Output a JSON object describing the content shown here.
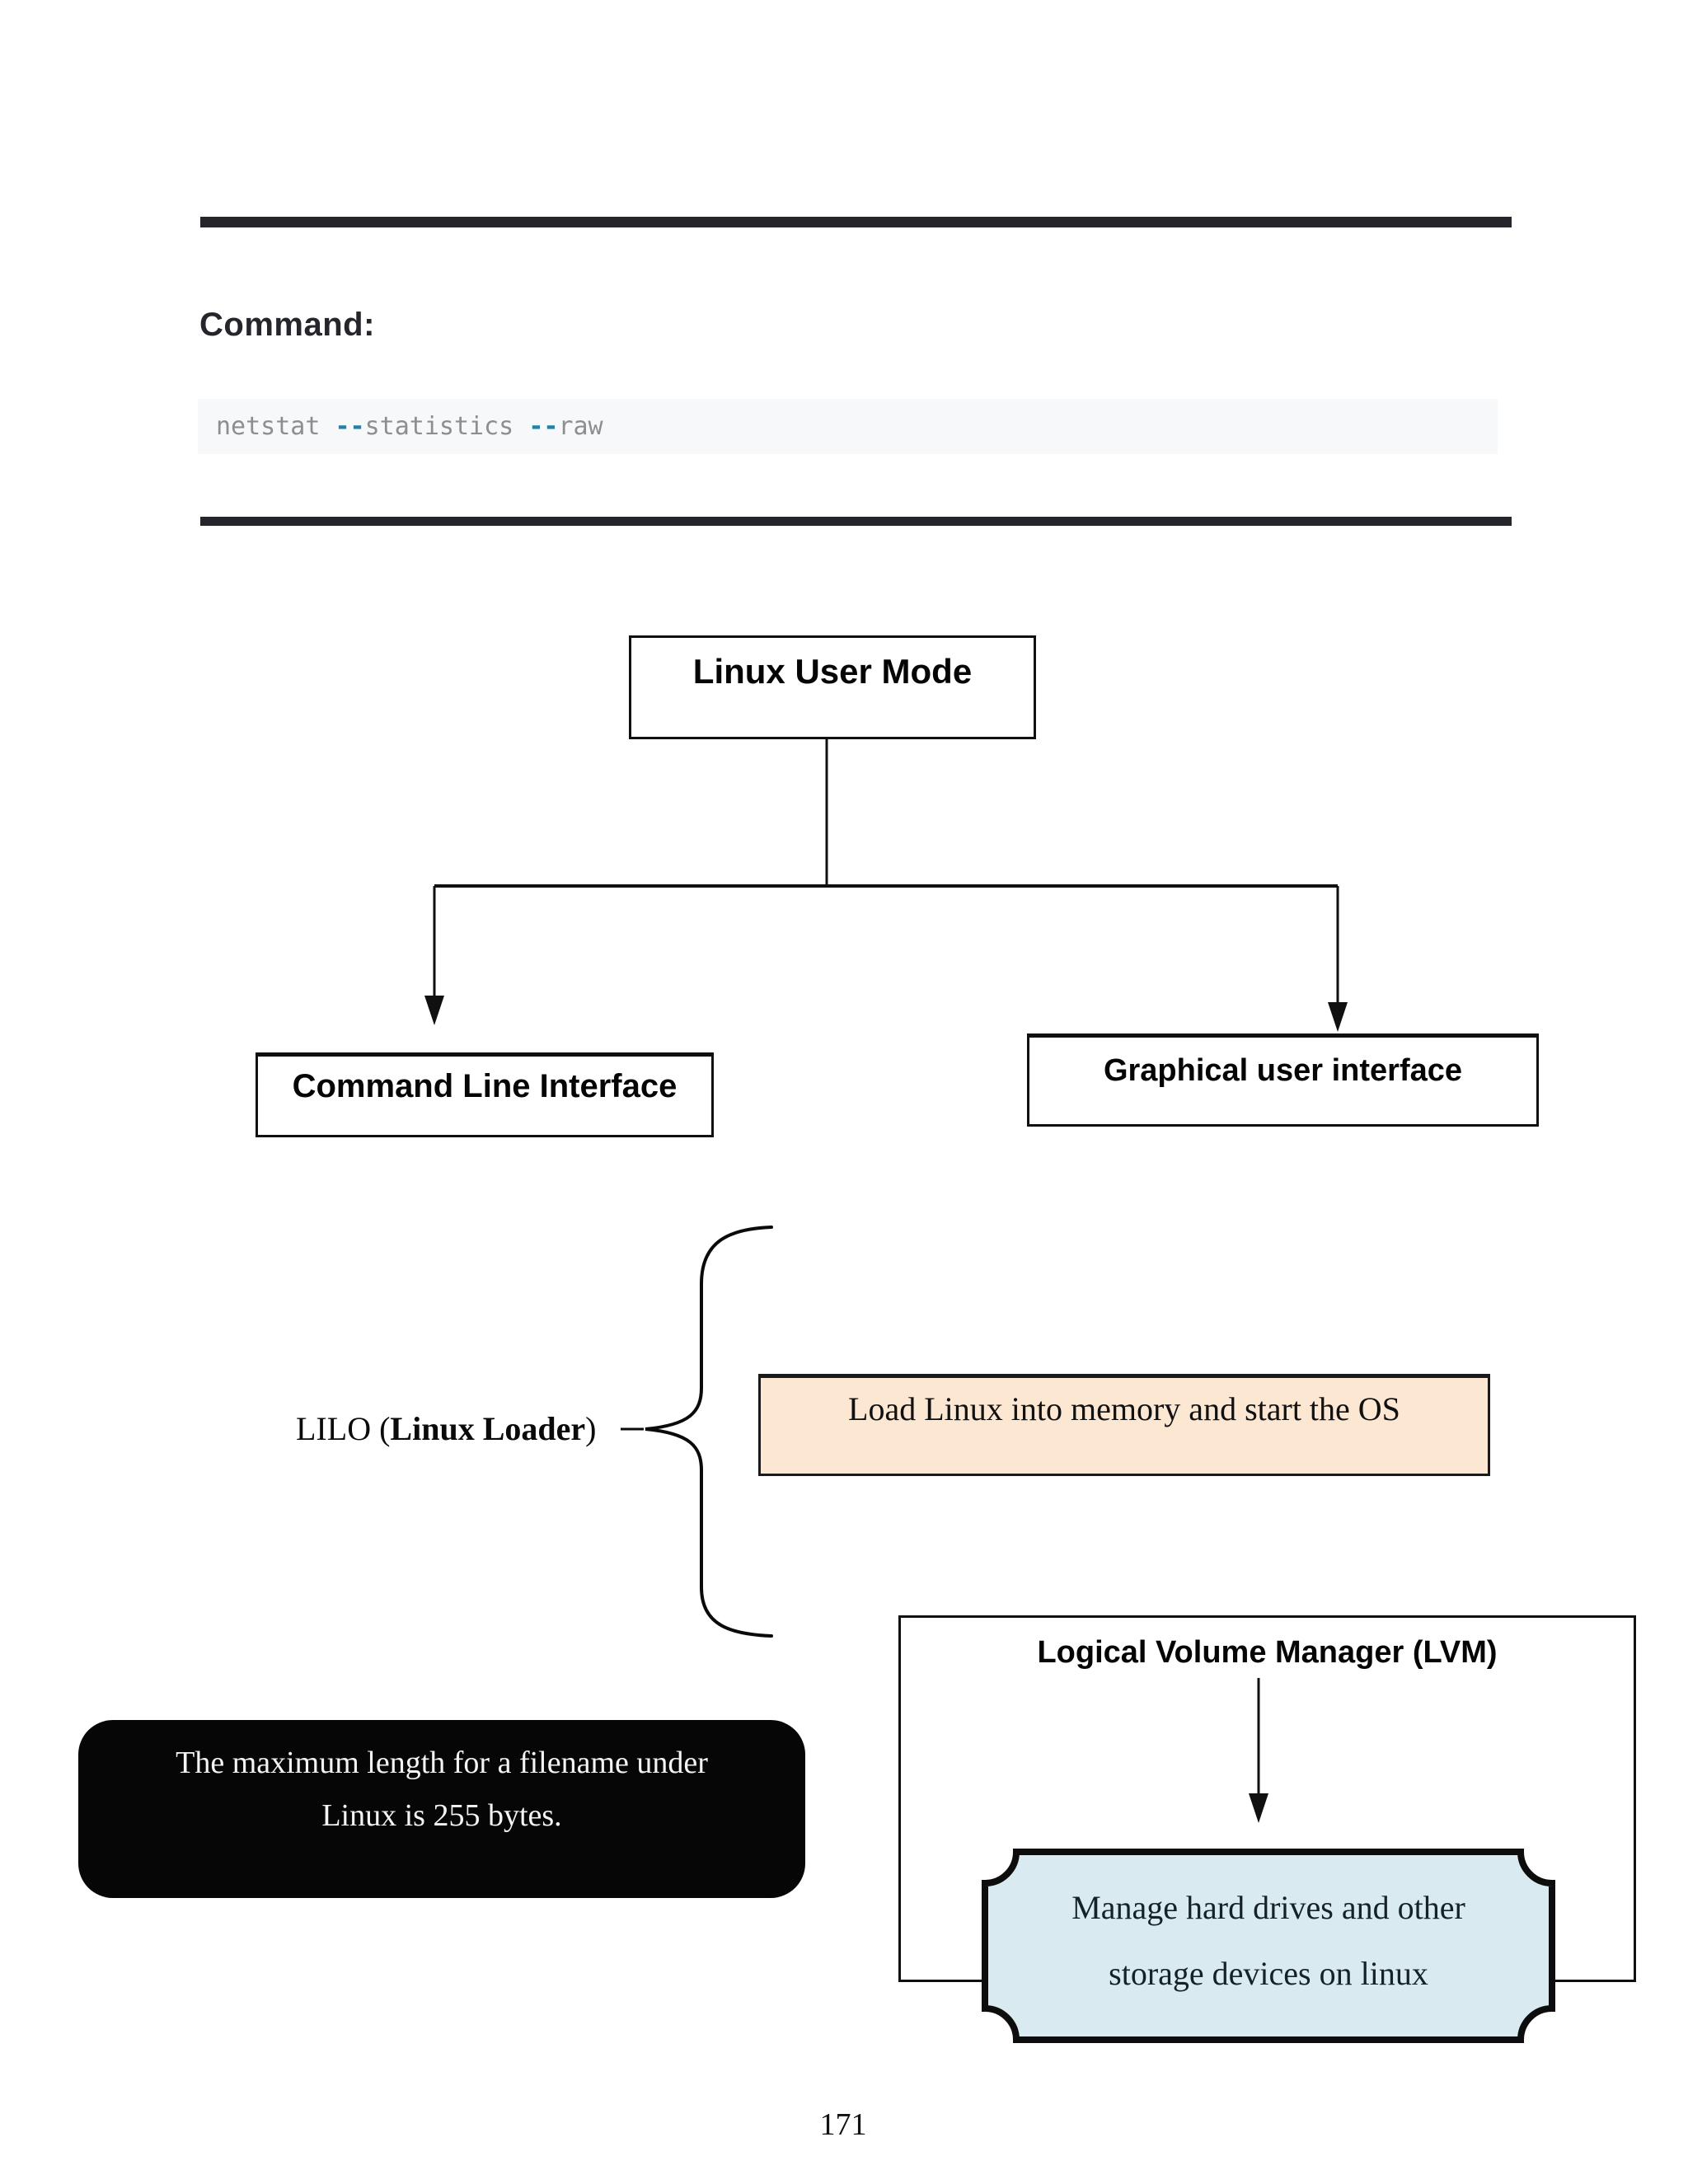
{
  "header": {
    "command_label": "Command:"
  },
  "code": {
    "parts": [
      "netstat ",
      "--",
      "statistics ",
      "--",
      "raw"
    ],
    "text_color": "#8e8e8e",
    "operator_color": "#2780a8",
    "background": "#f6f8fa"
  },
  "diagram": {
    "root_box": "Linux User Mode",
    "left_box": "Command Line Interface",
    "right_box": "Graphical user interface",
    "lilo": {
      "prefix": "LILO (",
      "bold": "Linux Loader",
      "suffix": ")"
    },
    "load_box": "Load Linux into memory and start the OS",
    "lvm": {
      "title": "Logical Volume Manager (LVM)",
      "plaque_line1": "Manage hard drives and other",
      "plaque_line2": "storage devices on linux"
    }
  },
  "note": {
    "line1": "The maximum length for a filename under",
    "line2": "Linux is 255 bytes."
  },
  "page": {
    "number": "171"
  },
  "colors": {
    "rule_bar": "#24262b",
    "peach_box": "#fbe7d2",
    "plaque_fill": "#d9eaf1",
    "note_background": "#060606",
    "line_color": "#101010"
  }
}
